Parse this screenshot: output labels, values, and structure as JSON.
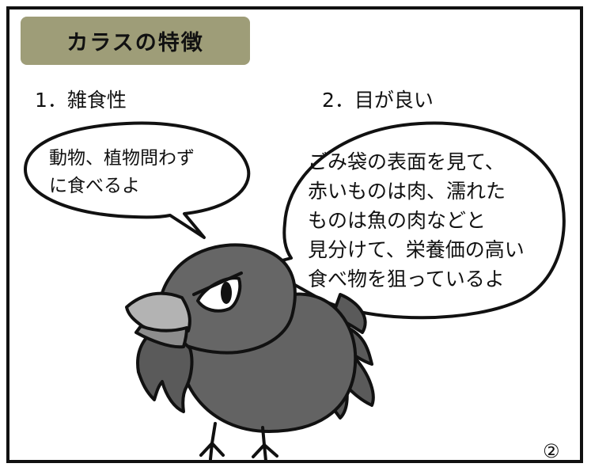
{
  "title": "カラスの特徴",
  "sections": [
    {
      "heading": "1．雑食性"
    },
    {
      "heading": "2．目が良い"
    }
  ],
  "bubbles": [
    {
      "lines": "動物、植物問わず\nに食べるよ"
    },
    {
      "lines": "ごみ袋の表面を見て、\n赤いものは肉、濡れた\nものは魚の肉などと\n見分けて、栄養価の高い\n食べ物を狙っているよ"
    }
  ],
  "page_number": "②",
  "colors": {
    "title_bg": "#9e9d78",
    "crow_body": "#5f5f5f",
    "crow_dark": "#4a4a4a",
    "beak": "#b3b3b3"
  }
}
